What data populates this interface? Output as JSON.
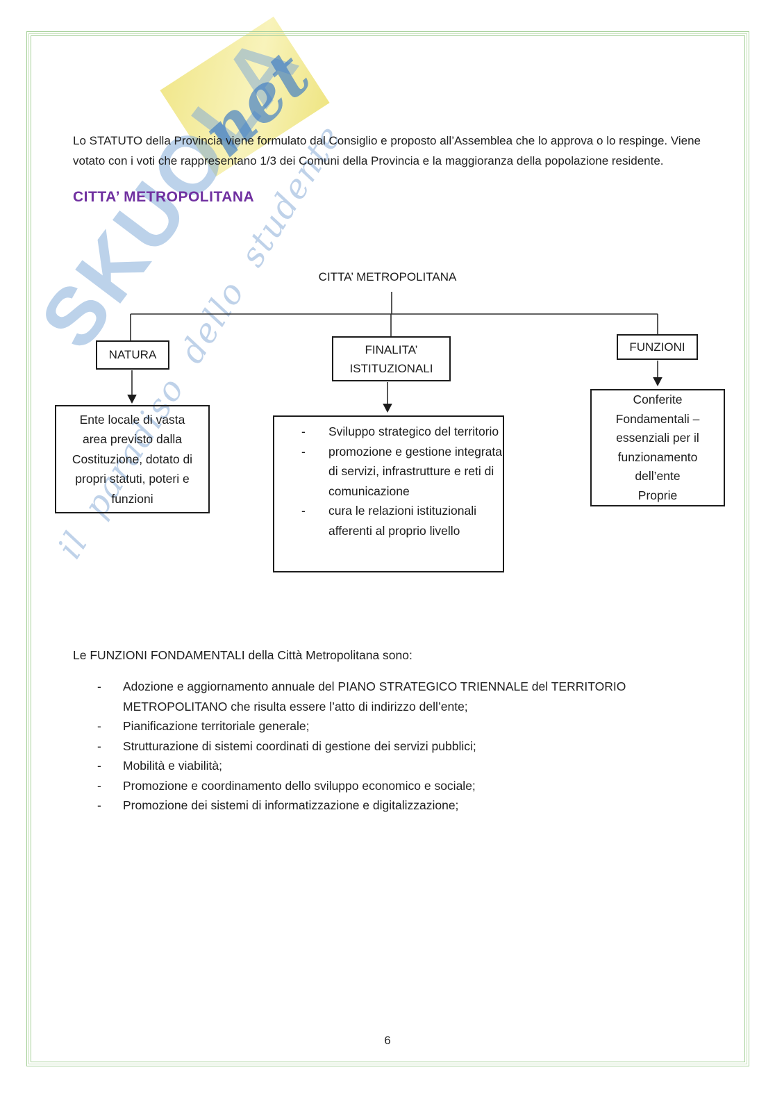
{
  "intro_paragraph": "Lo STATUTO della Provincia viene formulato dal Consiglio e proposto all’Assemblea che lo approva o lo respinge. Viene votato con i voti che rappresentano 1/3 dei Comuni della Provincia e la maggioranza della popolazione residente.",
  "section_heading": "CITTA’ METROPOLITANA",
  "bullet_char": "-",
  "diagram": {
    "title": "CITTA’ METROPOLITANA",
    "nodes": {
      "natura": {
        "label": "NATURA",
        "detail": "Ente locale di vasta area previsto dalla Costituzione, dotato di propri statuti, poteri e funzioni"
      },
      "finalita": {
        "label_line1": "FINALITA’",
        "label_line2": "ISTITUZIONALI",
        "items": [
          "Sviluppo strategico del territorio",
          "promozione e gestione integrata di servizi, infrastrutture e reti di comunicazione",
          "cura le relazioni istituzionali afferenti al proprio livello"
        ]
      },
      "funzioni": {
        "label": "FUNZIONI",
        "detail_line1": "Conferite Fondamentali – essenziali per il funzionamento dell’ente",
        "detail_line2": "Proprie"
      }
    }
  },
  "functions_section": {
    "lead": "Le FUNZIONI FONDAMENTALI della Città Metropolitana sono:",
    "items": [
      "Adozione e aggiornamento annuale del PIANO STRATEGICO TRIENNALE del TERRITORIO METROPOLITANO che risulta essere l’atto di indirizzo dell’ente;",
      "Pianificazione territoriale generale;",
      "Strutturazione di sistemi coordinati di gestione dei servizi pubblici;",
      "Mobilità e viabilità;",
      "Promozione e coordinamento dello sviluppo economico e sociale;",
      "Promozione dei sistemi di informatizzazione e digitalizzazione;"
    ]
  },
  "watermark": {
    "brand": "SKUOLA",
    "brand_suffix": "net",
    "tagline": "il paradiso dello studente"
  },
  "page_number": "6",
  "colors": {
    "heading_purple": "#7030a0",
    "frame_green": "#a6d099",
    "watermark_blue": "#7fa8d6",
    "watermark_yellow": "#f1e78c"
  }
}
